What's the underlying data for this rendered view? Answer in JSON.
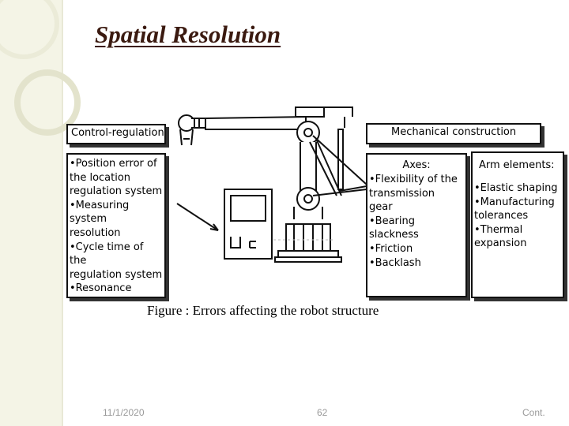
{
  "slide": {
    "title": "Spatial Resolution",
    "footer": {
      "date": "11/1/2020",
      "page": "62",
      "note": "Cont."
    }
  },
  "figure": {
    "caption": "Figure : Errors affecting the robot structure",
    "control": {
      "header": "Control-regulation",
      "items": [
        "Position error of\nthe location\nregulation system",
        "Measuring\nsystem\n resolution",
        "Cycle time of the\nregulation system",
        "Resonance"
      ]
    },
    "mechanical": {
      "header": "Mechanical construction",
      "axes": {
        "title": "Axes:",
        "items": [
          "Flexibility of the\n transmission\n gear",
          "Bearing\n slackness",
          "Friction",
          "Backlash"
        ]
      },
      "arm": {
        "title": "Arm elements:",
        "items": [
          "Elastic shaping",
          "Manufacturing\ntolerances",
          "Thermal\nexpansion"
        ]
      }
    }
  }
}
